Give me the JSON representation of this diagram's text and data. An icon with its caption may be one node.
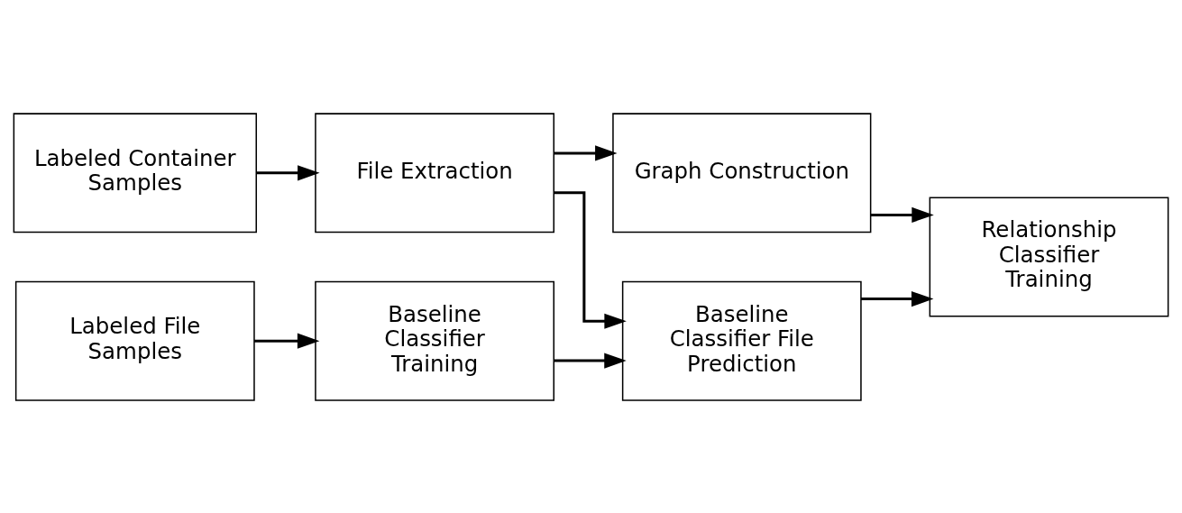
{
  "diagram": {
    "nodes": [
      {
        "text": [
          "Labeled Container Samples"
        ]
      },
      {
        "text": [
          "File Extraction"
        ]
      },
      {
        "text": [
          "Graph Construction"
        ]
      },
      {
        "text": [
          "Baseline Classifier File Prediction"
        ]
      },
      {
        "text": [
          "Relationship Classifier Training"
        ]
      },
      {
        "text": [
          "Labeled File Samples"
        ]
      },
      {
        "text": [
          "Baseline Classifier Training"
        ]
      }
    ],
    "edges": [
      {
        "from": 0,
        "to": 1,
        "arrow": "to"
      },
      {
        "from": 1,
        "to": 2,
        "arrow": "to"
      },
      {
        "from": 1,
        "to": 3,
        "arrow": "to"
      },
      {
        "from": 2,
        "to": 4,
        "arrow": "to"
      },
      {
        "from": 3,
        "to": 4,
        "arrow": "to"
      },
      {
        "from": 5,
        "to": 6,
        "arrow": "to"
      },
      {
        "from": 6,
        "to": 3,
        "arrow": "to"
      }
    ]
  }
}
